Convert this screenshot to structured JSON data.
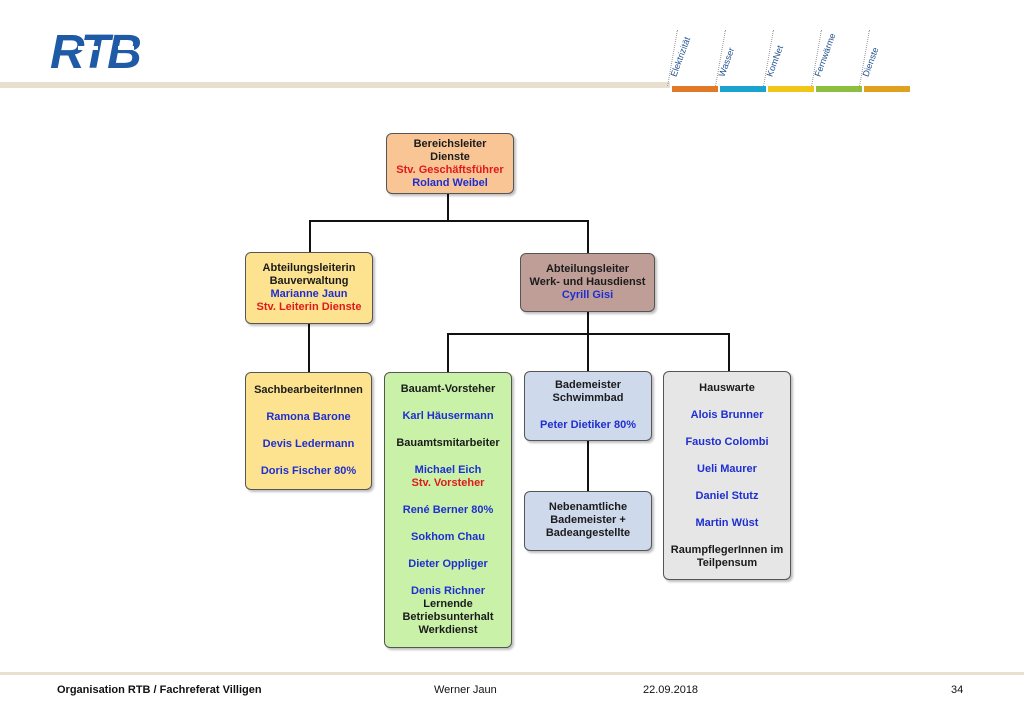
{
  "logo": {
    "text": "RTB",
    "color": "#1f5aa6"
  },
  "sectors": [
    {
      "label": "Elektrizität",
      "color": "#e07a26"
    },
    {
      "label": "Wasser",
      "color": "#1aa3cf"
    },
    {
      "label": "KomNet",
      "color": "#f2c619"
    },
    {
      "label": "Fernwärme",
      "color": "#8cbf3f"
    },
    {
      "label": "Dienste",
      "color": "#e0a020"
    }
  ],
  "org": {
    "head": {
      "l1": "Bereichsleiter",
      "l2": "Dienste",
      "l3": "Stv. Geschäftsführer",
      "l4": "Roland Weibel"
    },
    "bau": {
      "l1": "Abteilungsleiterin",
      "l2": "Bauverwaltung",
      "l3": "Marianne Jaun",
      "l4": "Stv. Leiterin Dienste"
    },
    "werk": {
      "l1": "Abteilungsleiter",
      "l2": "Werk- und Hausdienst",
      "l3": "Cyrill Gisi"
    },
    "sach": {
      "title": "SachbearbeiterInnen",
      "p1": "Ramona Barone",
      "p2": "Devis Ledermann",
      "p3": "Doris Fischer 80%"
    },
    "bauamt": {
      "title": "Bauamt-Vorsteher",
      "p1": "Karl Häusermann",
      "sub": "Bauamtsmitarbeiter",
      "p2": "Michael Eich",
      "p2role": "Stv. Vorsteher",
      "p3": "René Berner 80%",
      "p4": "Sokhom Chau",
      "p5": "Dieter Oppliger",
      "p6": "Denis Richner",
      "r1": "Lernende",
      "r2": "Betriebsunterhalt",
      "r3": "Werkdienst"
    },
    "bade": {
      "l1": "Bademeister",
      "l2": "Schwimmbad",
      "p1": "Peter Dietiker 80%"
    },
    "neben": {
      "l1": "Nebenamtliche",
      "l2": "Bademeister +",
      "l3": "Badeangestellte"
    },
    "haus": {
      "title": "Hauswarte",
      "p1": "Alois Brunner",
      "p2": "Fausto Colombi",
      "p3": "Ueli Maurer",
      "p4": "Daniel Stutz",
      "p5": "Martin Wüst",
      "r1": "RaumpflegerInnen im",
      "r2": "Teilpensum"
    }
  },
  "footer": {
    "left": "Organisation RTB / Fachreferat Villigen",
    "author": "Werner Jaun",
    "date": "22.09.2018",
    "page": "34"
  }
}
